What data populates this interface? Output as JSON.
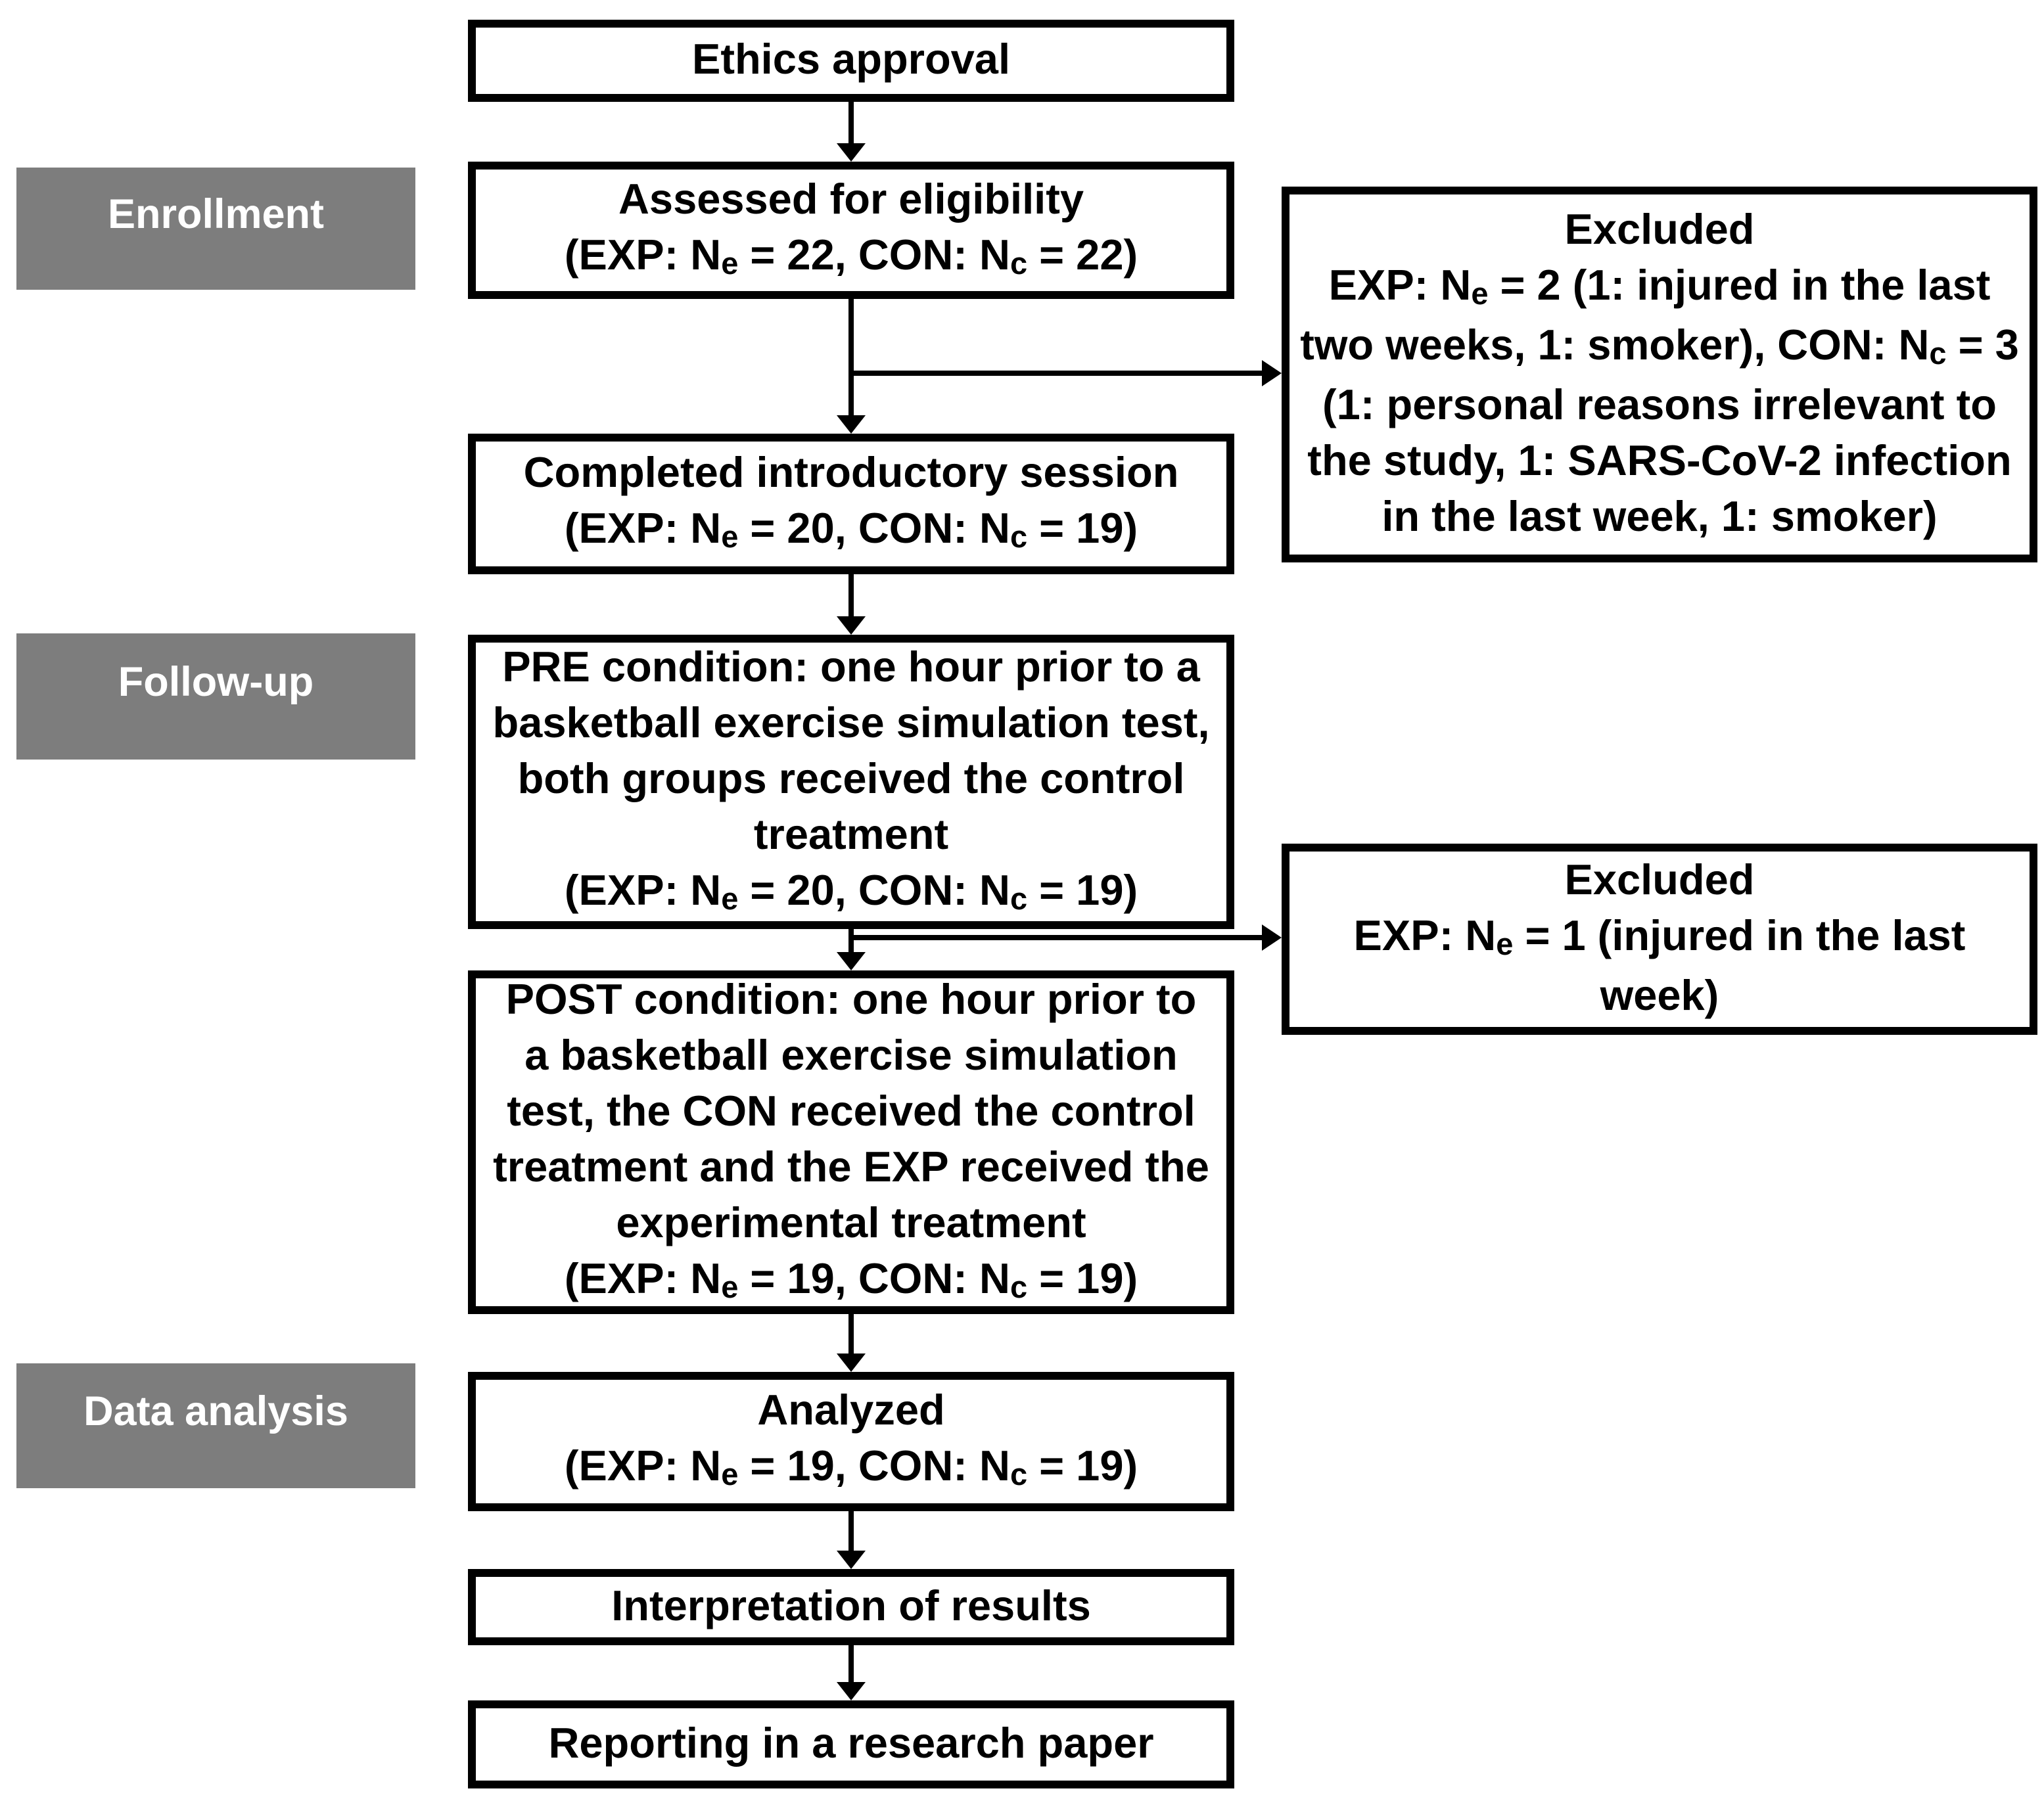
{
  "diagram": {
    "title": "Study flow diagram",
    "colors": {
      "box_background": "#ffffff",
      "box_border": "#000000",
      "box_text": "#000000",
      "stage_label_background": "#7d7d7d",
      "stage_label_text": "#ffffff",
      "arrow": "#000000"
    },
    "stages": [
      {
        "label": "Enrollment"
      },
      {
        "label": "Follow-up"
      },
      {
        "label": "Data analysis"
      }
    ],
    "boxes": {
      "ethics": {
        "lines": [
          [
            {
              "t": "Ethics approval"
            }
          ]
        ]
      },
      "assessed": {
        "lines": [
          [
            {
              "t": "Assessed for eligibility"
            }
          ],
          [
            {
              "t": "(EXP: N"
            },
            {
              "t": "e",
              "sub": true
            },
            {
              "t": " = 22, CON: N"
            },
            {
              "t": "c",
              "sub": true
            },
            {
              "t": " = 22)"
            }
          ]
        ]
      },
      "excluded1": {
        "lines": [
          [
            {
              "t": "Excluded"
            }
          ],
          [
            {
              "t": "EXP: N"
            },
            {
              "t": "e",
              "sub": true
            },
            {
              "t": " = 2 (1: injured in the last"
            }
          ],
          [
            {
              "t": "two weeks, 1: smoker), CON: N"
            },
            {
              "t": "c",
              "sub": true
            },
            {
              "t": " = 3"
            }
          ],
          [
            {
              "t": "(1: personal reasons irrelevant to"
            }
          ],
          [
            {
              "t": "the study, 1: SARS-CoV-2 infection"
            }
          ],
          [
            {
              "t": "in the last week, 1: smoker)"
            }
          ]
        ]
      },
      "completed": {
        "lines": [
          [
            {
              "t": "Completed introductory session"
            }
          ],
          [
            {
              "t": "(EXP: N"
            },
            {
              "t": "e",
              "sub": true
            },
            {
              "t": " = 20, CON: N"
            },
            {
              "t": "c",
              "sub": true
            },
            {
              "t": " = 19)"
            }
          ]
        ]
      },
      "pre": {
        "lines": [
          [
            {
              "t": "PRE condition: one hour prior to a"
            }
          ],
          [
            {
              "t": "basketball exercise simulation test,"
            }
          ],
          [
            {
              "t": "both groups received the control"
            }
          ],
          [
            {
              "t": "treatment"
            }
          ],
          [
            {
              "t": "(EXP: N"
            },
            {
              "t": "e",
              "sub": true
            },
            {
              "t": " = 20, CON: N"
            },
            {
              "t": "c",
              "sub": true
            },
            {
              "t": " = 19)"
            }
          ]
        ]
      },
      "excluded2": {
        "lines": [
          [
            {
              "t": "Excluded"
            }
          ],
          [
            {
              "t": "EXP: N"
            },
            {
              "t": "e",
              "sub": true
            },
            {
              "t": " = 1 (injured in the last"
            }
          ],
          [
            {
              "t": "week)"
            }
          ]
        ]
      },
      "post": {
        "lines": [
          [
            {
              "t": "POST condition: one hour prior to"
            }
          ],
          [
            {
              "t": "a basketball exercise simulation"
            }
          ],
          [
            {
              "t": "test, the CON received the control"
            }
          ],
          [
            {
              "t": "treatment and the EXP received the"
            }
          ],
          [
            {
              "t": "experimental treatment"
            }
          ],
          [
            {
              "t": "(EXP: N"
            },
            {
              "t": "e",
              "sub": true
            },
            {
              "t": " = 19, CON: N"
            },
            {
              "t": "c",
              "sub": true
            },
            {
              "t": " = 19)"
            }
          ]
        ]
      },
      "analyzed": {
        "lines": [
          [
            {
              "t": "Analyzed"
            }
          ],
          [
            {
              "t": "(EXP: N"
            },
            {
              "t": "e",
              "sub": true
            },
            {
              "t": " = 19, CON: N"
            },
            {
              "t": "c",
              "sub": true
            },
            {
              "t": " = 19)"
            }
          ]
        ]
      },
      "interpretation": {
        "lines": [
          [
            {
              "t": "Interpretation of results"
            }
          ]
        ]
      },
      "reporting": {
        "lines": [
          [
            {
              "t": "Reporting in a research paper"
            }
          ]
        ]
      }
    }
  }
}
